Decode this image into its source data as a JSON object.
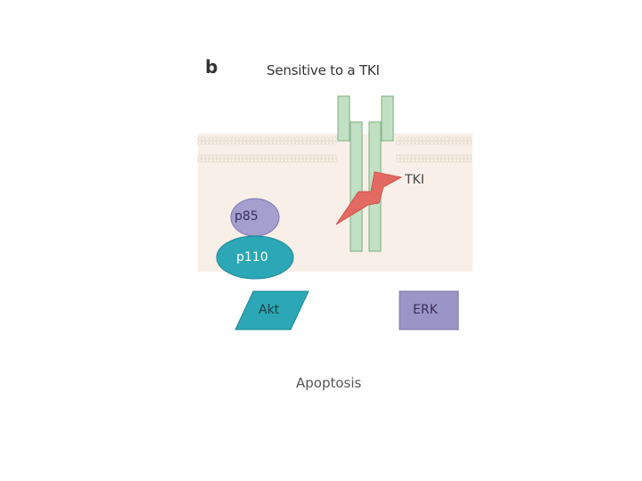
{
  "panel_letter": "b",
  "title": "Sensitive to a TKI",
  "labels": {
    "tki": "TKI",
    "p85": "p85",
    "p110": "p110",
    "akt": "Akt",
    "erk": "ERK",
    "apoptosis": "Apoptosis"
  },
  "colors": {
    "cytoplasm": "#f8efe8",
    "membrane_bead": "#e6dccf",
    "receptor_fill": "#c2e0c4",
    "receptor_stroke": "#89b98c",
    "tki_bolt": "#e26a62",
    "p85_fill": "#a49fcf",
    "p110_fill": "#2ba7b5",
    "akt_fill": "#2ba7b5",
    "erk_fill": "#9b94c6"
  }
}
